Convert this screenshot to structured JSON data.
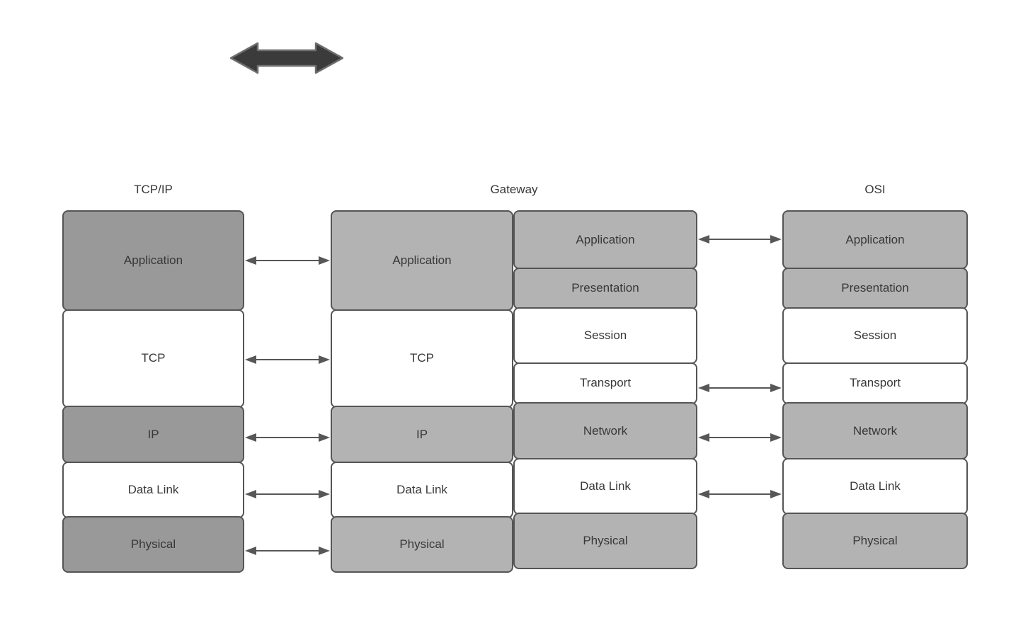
{
  "top_arrow": {
    "icon": "double-headed-arrow",
    "fill": "#3b3b3b",
    "stroke": "#6e6e6e"
  },
  "colors": {
    "tcpip_shaded_fill": "#999999",
    "gateway_osi_shaded_fill": "#b3b3b3",
    "unshaded_fill": "#ffffff",
    "box_border": "#555555",
    "label_text": "#383838",
    "connector": "#575757",
    "background": "#ffffff"
  },
  "stacks": {
    "tcpip": {
      "title": "TCP/IP",
      "layers": [
        "Application",
        "TCP",
        "IP",
        "Data Link",
        "Physical"
      ]
    },
    "gateway": {
      "title": "Gateway",
      "left_layers": [
        "Application",
        "TCP",
        "IP",
        "Data Link",
        "Physical"
      ],
      "right_layers": [
        "Application",
        "Presentation",
        "Session",
        "Transport",
        "Network",
        "Data Link",
        "Physical"
      ]
    },
    "osi": {
      "title": "OSI",
      "layers": [
        "Application",
        "Presentation",
        "Session",
        "Transport",
        "Network",
        "Data Link",
        "Physical"
      ]
    }
  },
  "connectors": {
    "tcpip_to_gateway": [
      "Application",
      "TCP",
      "IP",
      "Data Link",
      "Physical"
    ],
    "gateway_to_osi": [
      "Application",
      "Transport",
      "Network",
      "Data Link"
    ]
  }
}
